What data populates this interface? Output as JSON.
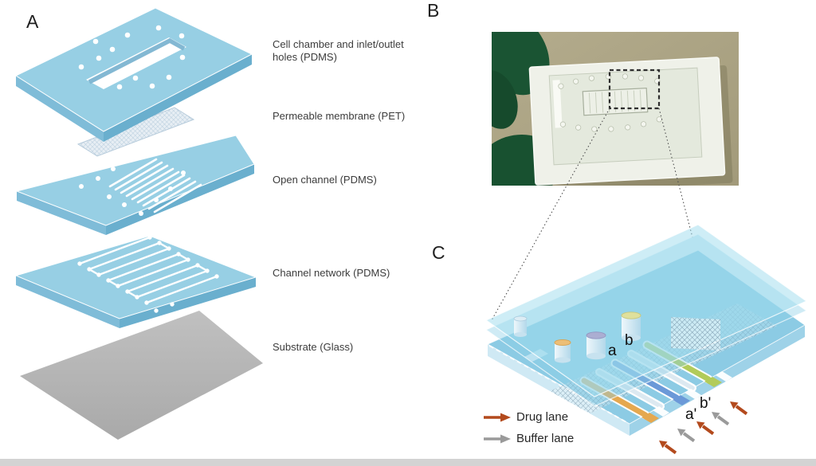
{
  "figure": {
    "type": "microfluidic-device-figure",
    "panels": {
      "a": {
        "label": "A",
        "description": "exploded-layer-schematic",
        "layer_labels": [
          "Cell chamber and inlet/outlet holes (PDMS)",
          "Permeable membrane (PET)",
          "Open channel (PDMS)",
          "Channel network (PDMS)",
          "Substrate (Glass)"
        ]
      },
      "b": {
        "label": "B",
        "description": "photo-of-assembled-chip-held-with-green-glove",
        "annotations": {
          "zoom_box": "dashed-rectangle-region-of-interest"
        }
      },
      "c": {
        "label": "C",
        "description": "3d-cutaway-of-channel-region",
        "well_label_a": "a",
        "well_label_b": "b",
        "outlet_label_a": "a'",
        "outlet_label_b": "b'",
        "legend": {
          "drug": "Drug lane",
          "buffer": "Buffer lane"
        }
      }
    },
    "colors": {
      "pdms_blue": "#97cfe4",
      "pdms_blue_side": "#6aafce",
      "substrate_gray": "#b5b5b5",
      "glove_green": "#1a5433",
      "photo_background": "#aba27f",
      "drug_arrow_red": "#b34a1d",
      "buffer_arrow_gray": "#9a9a9a",
      "lane_orange": "#e5a84f",
      "lane_blue": "#6b99d8",
      "lane_green": "#b2cb5a"
    },
    "icons": {
      "drug_lane_icon": "up-left-arrow",
      "buffer_lane_icon": "up-left-arrow",
      "legend_icon": "right-arrow"
    }
  }
}
